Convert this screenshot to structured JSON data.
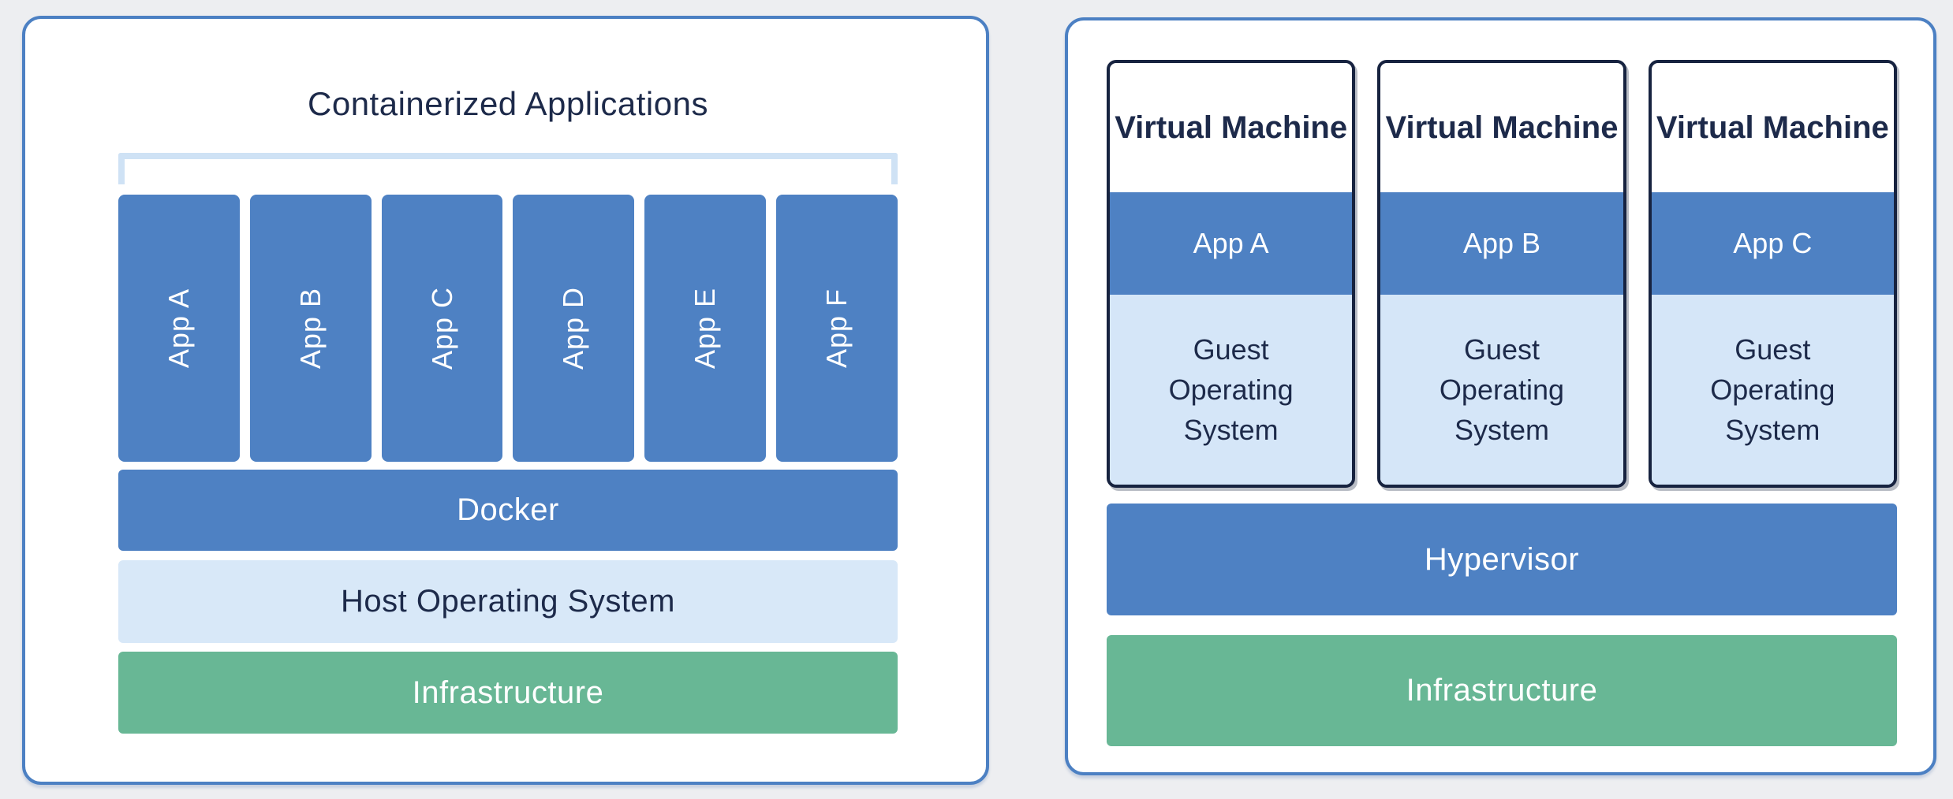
{
  "colors": {
    "page_background": "#edeef1",
    "panel_border": "#4c80c3",
    "box_blue": "#4e81c3",
    "box_light_blue": "#d8e8f8",
    "box_green": "#68b795",
    "bracket_light_blue": "#cfe2f5",
    "text_navy": "#1d2a4a",
    "text_white": "#ffffff",
    "vm_card_border": "#172340"
  },
  "left_panel": {
    "title": "Containerized Applications",
    "apps": [
      "App A",
      "App B",
      "App C",
      "App D",
      "App E",
      "App F"
    ],
    "layers": {
      "docker": "Docker",
      "host_os": "Host Operating System",
      "infrastructure": "Infrastructure"
    }
  },
  "right_panel": {
    "vms": [
      {
        "title": "Virtual Machine",
        "app": "App A",
        "os": "Guest Operating System"
      },
      {
        "title": "Virtual Machine",
        "app": "App B",
        "os": "Guest Operating System"
      },
      {
        "title": "Virtual Machine",
        "app": "App C",
        "os": "Guest Operating System"
      }
    ],
    "layers": {
      "hypervisor": "Hypervisor",
      "infrastructure": "Infrastructure"
    }
  }
}
